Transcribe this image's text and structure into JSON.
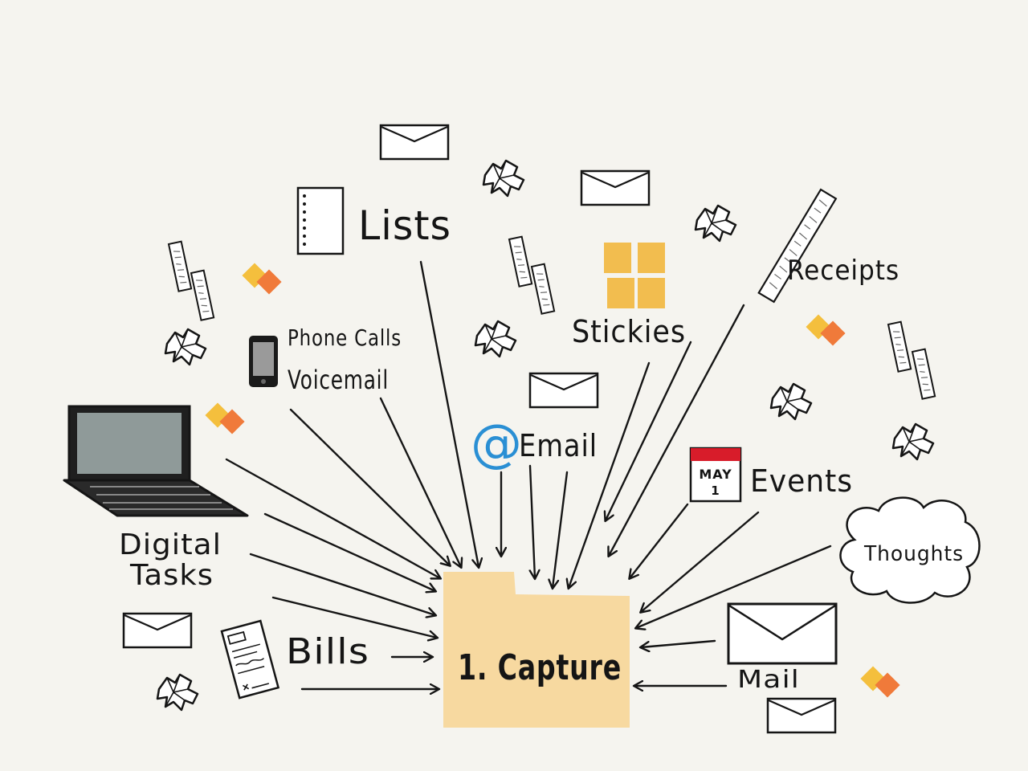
{
  "labels": {
    "lists": "Lists",
    "phone_calls": "Phone Calls",
    "voicemail": "Voicemail",
    "stickies": "Stickies",
    "receipts": "Receipts",
    "email": "Email",
    "events": "Events",
    "thoughts": "Thoughts",
    "digital_tasks_line1": "Digital",
    "digital_tasks_line2": "Tasks",
    "bills": "Bills",
    "mail": "Mail",
    "capture": "1. Capture",
    "calendar_month": "MAY",
    "calendar_day": "1"
  },
  "colors": {
    "background": "#f5f4ef",
    "folder": "#f7d9a0",
    "sticky": "#f2bd4f",
    "accent_orange": "#f07a3a",
    "accent_yellow": "#f4bf3d",
    "email_blue": "#2a8fd4",
    "calendar_red": "#d81c2a",
    "laptop_screen": "#8f9a99",
    "ink": "#151515"
  },
  "icons": [
    "envelope-icon",
    "crumpled-paper-icon",
    "receipt-icon",
    "sticky-notes-icon",
    "notepad-icon",
    "phone-icon",
    "laptop-icon",
    "calendar-icon",
    "thought-cloud-icon",
    "at-sign-icon",
    "bill-icon",
    "folder-icon"
  ]
}
